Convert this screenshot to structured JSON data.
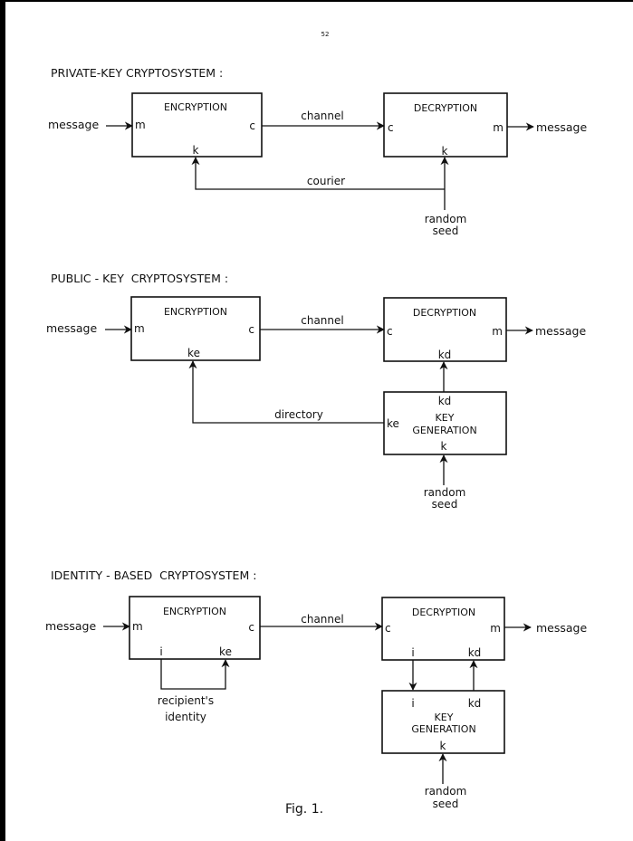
{
  "page_number": "52",
  "figure_caption": "Fig. 1.",
  "private_key": {
    "title": "PRIVATE-KEY CRYPTOSYSTEM :",
    "input_label": "message",
    "output_label": "message",
    "encryption": {
      "title": "ENCRYPTION",
      "port_in": "m",
      "port_out": "c",
      "port_key": "k"
    },
    "decryption": {
      "title": "DECRYPTION",
      "port_in": "c",
      "port_out": "m",
      "port_key": "k"
    },
    "channel_label": "channel",
    "courier_label": "courier",
    "seed_line1": "random",
    "seed_line2": "seed"
  },
  "public_key": {
    "title": "PUBLIC - KEY  CRYPTOSYSTEM :",
    "input_label": "message",
    "output_label": "message",
    "encryption": {
      "title": "ENCRYPTION",
      "port_in": "m",
      "port_out": "c",
      "port_key": "ke"
    },
    "decryption": {
      "title": "DECRYPTION",
      "port_in": "c",
      "port_out": "m",
      "port_key": "kd"
    },
    "keygen": {
      "title_line1": "KEY",
      "title_line2": "GENERATION",
      "port_kd": "kd",
      "port_ke": "ke",
      "port_k": "k"
    },
    "channel_label": "channel",
    "directory_label": "directory",
    "seed_line1": "random",
    "seed_line2": "seed"
  },
  "identity_based": {
    "title": "IDENTITY - BASED  CRYPTOSYSTEM :",
    "input_label": "message",
    "output_label": "message",
    "encryption": {
      "title": "ENCRYPTION",
      "port_in": "m",
      "port_out": "c",
      "port_i": "i",
      "port_key": "ke"
    },
    "decryption": {
      "title": "DECRYPTION",
      "port_in": "c",
      "port_out": "m",
      "port_i": "i",
      "port_key": "kd"
    },
    "keygen": {
      "title_line1": "KEY",
      "title_line2": "GENERATION",
      "port_i": "i",
      "port_kd": "kd",
      "port_k": "k"
    },
    "channel_label": "channel",
    "identity_line1": "recipient's",
    "identity_line2": "identity",
    "seed_line1": "random",
    "seed_line2": "seed"
  }
}
